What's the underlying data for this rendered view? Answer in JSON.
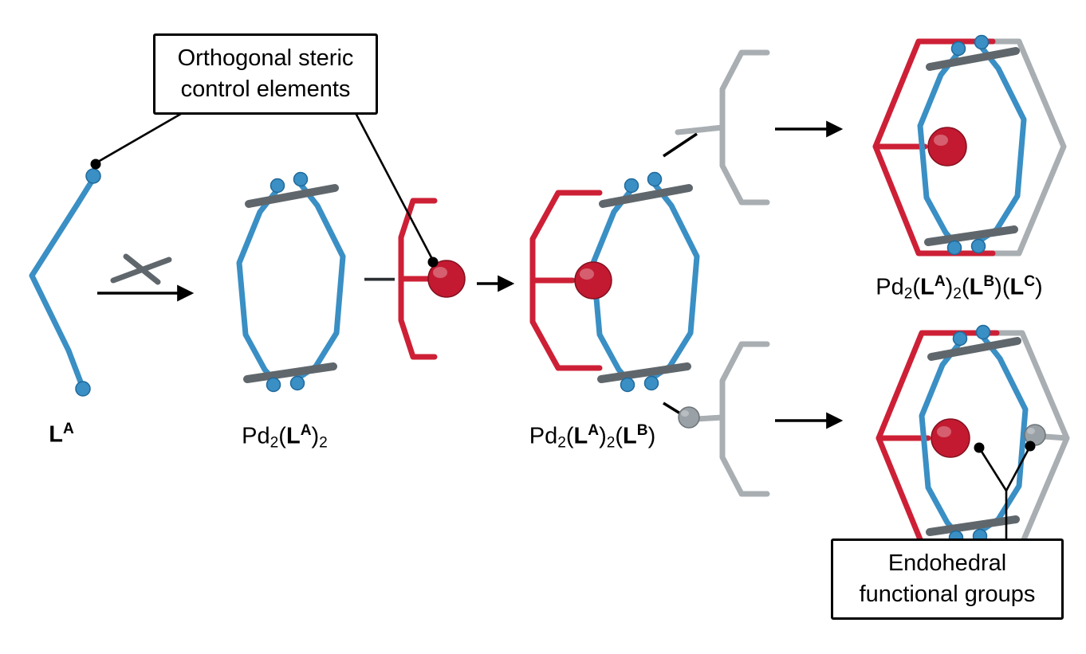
{
  "callouts": {
    "steric": {
      "line1": "Orthogonal steric",
      "line2": "control elements"
    },
    "endohedral": {
      "line1": "Endohedral",
      "line2": "functional groups"
    }
  },
  "labels": {
    "ligand_a": {
      "l": "L",
      "sup": "A"
    },
    "cage1": {
      "pd": "Pd",
      "pd_sub": "2",
      "open1": "(",
      "l1": "L",
      "sup1": "A",
      "close1": ")",
      "sub1": "2"
    },
    "cage2": {
      "pd": "Pd",
      "pd_sub": "2",
      "open1": "(",
      "l1": "L",
      "sup1": "A",
      "close1": ")",
      "sub1": "2",
      "open2": "(",
      "l2": "L",
      "sup2": "B",
      "close2": ")"
    },
    "cage3": {
      "pd": "Pd",
      "pd_sub": "2",
      "open1": "(",
      "l1": "L",
      "sup1": "A",
      "close1": ")",
      "sub1": "2",
      "open2": "(",
      "l2": "L",
      "sup2": "B",
      "close2": ")",
      "open3": "(",
      "l3": "L",
      "sup3": "C",
      "close3": ")"
    }
  },
  "operators": {
    "separator": "—"
  },
  "colors": {
    "ligand_blue": "#3a8fc4",
    "ligand_red": "#cd2036",
    "steric_gray": "#60676c",
    "ligand_gray": "#a8aeb2",
    "sphere_red": "#c31a31",
    "sphere_gray": "#9aa1a6",
    "line_black": "#000000"
  }
}
